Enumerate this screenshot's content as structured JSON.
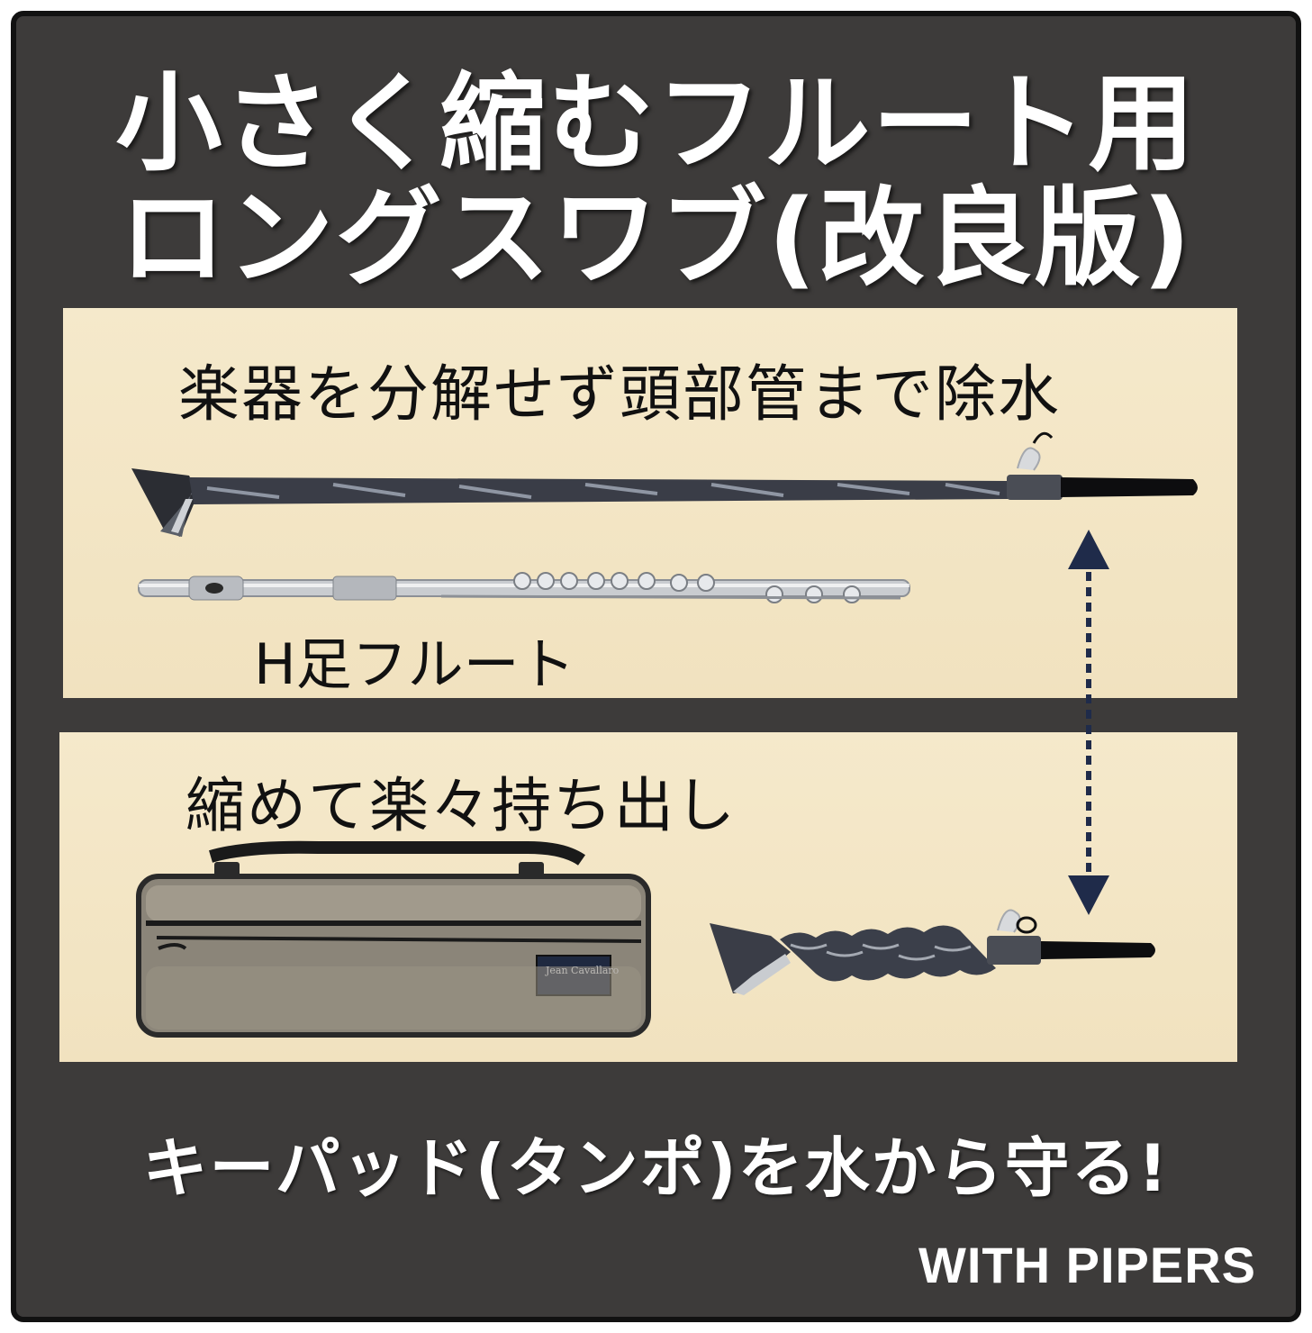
{
  "header": {
    "title_line1": "小さく縮むフルート用",
    "title_line2": "ロングスワブ(改良版)"
  },
  "panel_top": {
    "caption": "楽器を分解せず頭部管まで除水",
    "flute_label": "H足フルート"
  },
  "panel_bottom": {
    "caption": "縮めて楽々持ち出し",
    "case_label_line1": "Jean Cavallaro"
  },
  "footer": {
    "tagline": "キーパッド(タンポ)を水から守る!",
    "brand": "WITH PIPERS"
  },
  "colors": {
    "background": "#3d3b3a",
    "panel": "#f3e6c6",
    "arrow": "#1f2b4a"
  }
}
